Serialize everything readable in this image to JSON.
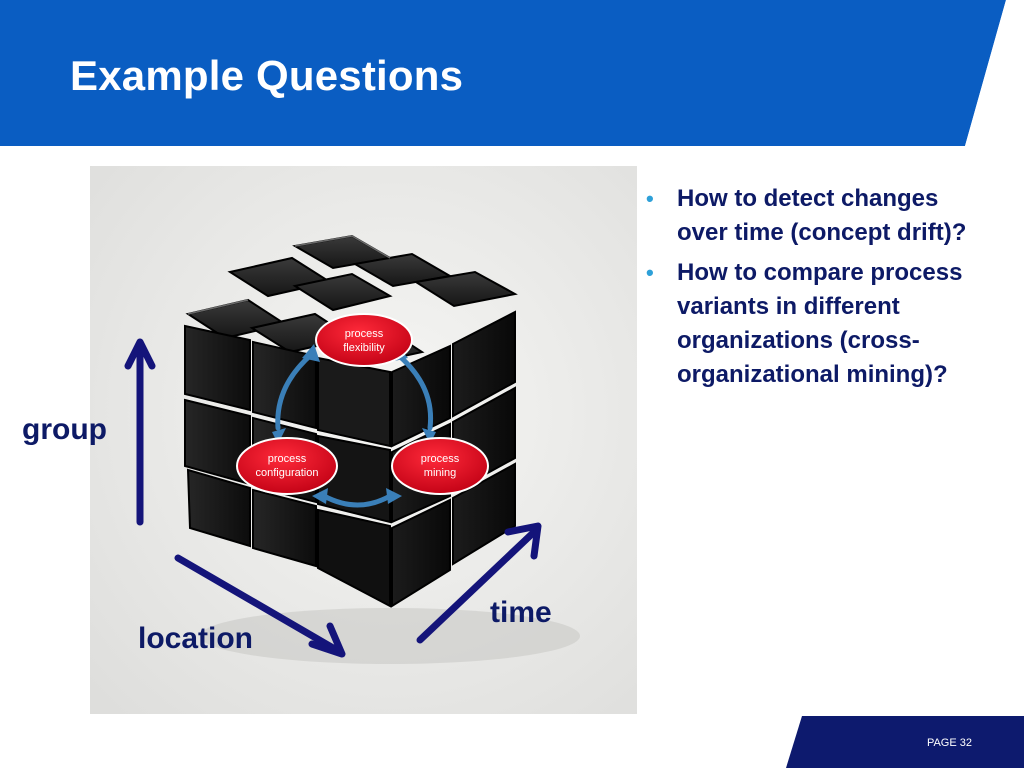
{
  "slide": {
    "title": "Example Questions",
    "page_label": "PAGE 32"
  },
  "colors": {
    "header_blue": "#0a5dc2",
    "footer_navy": "#0d1a6e",
    "text_navy": "#0d1a66",
    "bullet_cyan": "#2ea0d8",
    "node_red": "#e0001b",
    "cycle_arrow_blue": "#3a7fb8"
  },
  "figure": {
    "nodes": {
      "flexibility": [
        "process",
        "flexibility"
      ],
      "configuration": [
        "process",
        "configuration"
      ],
      "mining": [
        "process",
        "mining"
      ]
    },
    "axes": {
      "group": "group",
      "location": "location",
      "time": "time"
    }
  },
  "bullets": [
    "How to detect changes over time (concept drift)?",
    "How to compare process variants in different organizations (cross-organizational mining)?"
  ]
}
